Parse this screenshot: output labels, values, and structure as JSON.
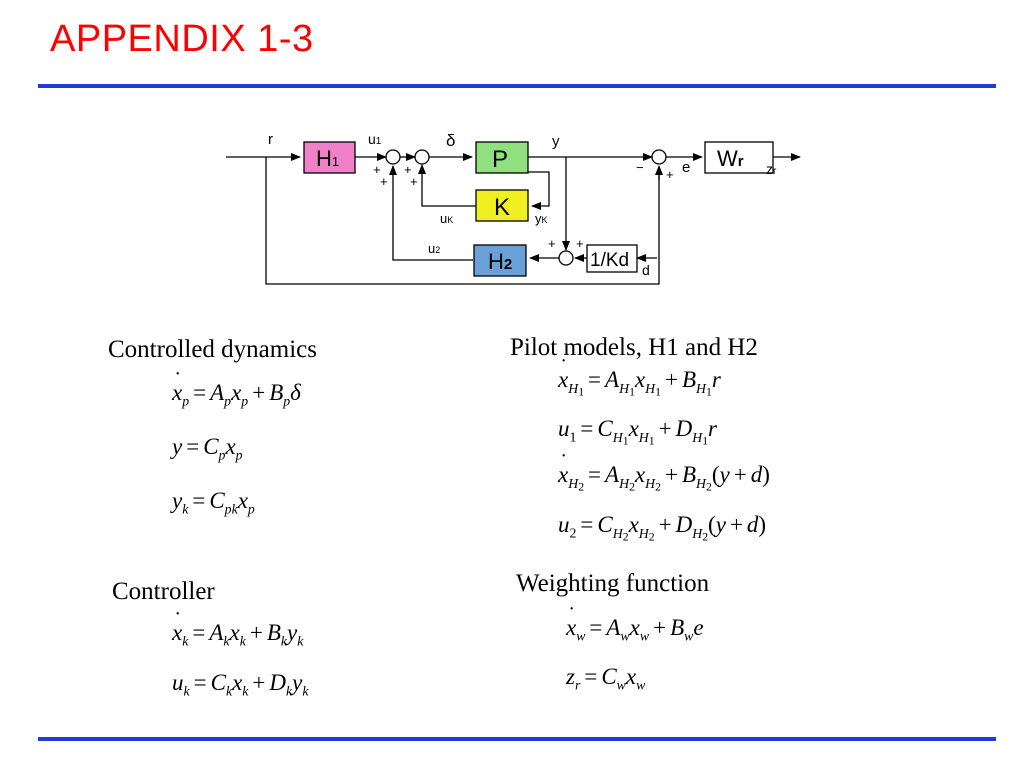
{
  "title": "APPENDIX 1-3",
  "colors": {
    "title": "#ff0000",
    "rule": "#1e3cd8",
    "h1_block": "#f080c8",
    "p_block": "#90e080",
    "k_block": "#f0f020",
    "h2_block": "#6aa0d8",
    "wr_block": "#ffffff"
  },
  "diagram": {
    "blocks": {
      "h1": "H",
      "h1_sub": "1",
      "p": "P",
      "k": "K",
      "h2": "H",
      "h2_sub": "2",
      "wr": "W",
      "wr_sub": "r",
      "kd": "1/Kd"
    },
    "signals": {
      "r": "r",
      "u1": "u",
      "u1_sub": "1",
      "delta": "δ",
      "y": "y",
      "e": "e",
      "zr": "z",
      "zr_sub": "r",
      "uk": "u",
      "uk_sub": "K",
      "yk": "y",
      "yk_sub": "K",
      "u2": "u",
      "u2_sub": "2",
      "d": "d"
    },
    "signs": {
      "plus": "+",
      "minus": "−"
    }
  },
  "sections": {
    "controlled": "Controlled dynamics",
    "pilot": "Pilot models, H1 and H2",
    "controller": "Controller",
    "weighting": "Weighting function"
  }
}
